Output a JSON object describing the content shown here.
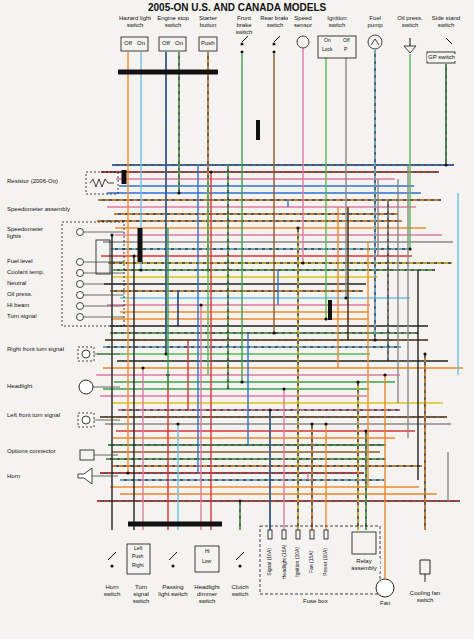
{
  "diagram": {
    "title": "2005-ON U.S. AND CANADA MODELS",
    "labels": [
      "Hazard light switch",
      "Off",
      "On",
      "Engine stop switch",
      "Off",
      "On",
      "Starter button",
      "Push",
      "Front brake switch",
      "Rear brake switch",
      "Speed sensor",
      "Ignition switch",
      "On",
      "Off",
      "Lock",
      "P",
      "Fuel pump",
      "Oil press. switch",
      "Side stand switch",
      "GP switch",
      "Resistor (2006-On)",
      "Speedometer assembly",
      "Speedometer lights",
      "Fuel level",
      "Coolant temp.",
      "Neutral",
      "Oil press.",
      "Hi beam",
      "Turn signal",
      "Right front turn signal",
      "Headlight",
      "Left front turn signal",
      "Options connector",
      "Horn",
      "Horn switch",
      "Left",
      "Push",
      "Right",
      "Turn signal switch",
      "Passing light switch",
      "Hi",
      "Low",
      "Headlight dimmer switch",
      "Clutch switch",
      "Signal (10A)",
      "Headlight (15A)",
      "Ignition (10A)",
      "Fan (15A)",
      "Power (10A)",
      "Relay assembly",
      "Fuse box",
      "Fan",
      "Cooling fan switch"
    ]
  }
}
